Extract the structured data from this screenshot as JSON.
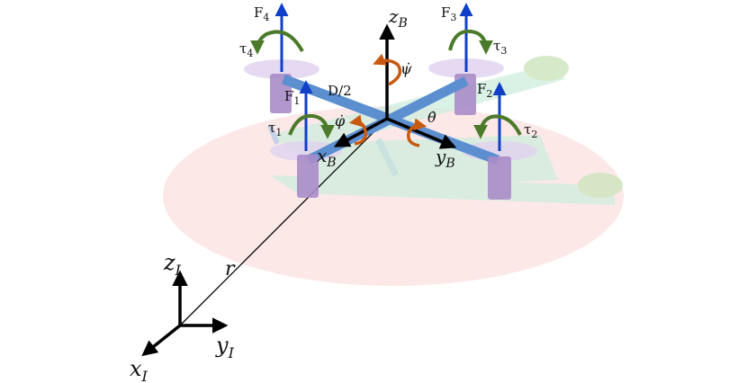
{
  "labels": {
    "F4": "F",
    "F4_sub": "4",
    "F3": "F",
    "F3_sub": "3",
    "F1": "F",
    "F1_sub": "1",
    "F2": "F",
    "F2_sub": "2",
    "tau4": "τ",
    "tau4_sub": "4",
    "tau3": "τ",
    "tau3_sub": "3",
    "tau1": "τ",
    "tau1_sub": "1",
    "tau2": "τ",
    "tau2_sub": "2",
    "zB": "z",
    "zB_sub": "B",
    "xB": "x",
    "xB_sub": "B",
    "yB": "y",
    "yB_sub": "B",
    "psi_dot": "ψ̇",
    "phi_dot": "φ̇",
    "theta_dot": "θ̇",
    "arm": "D/2",
    "r": "r",
    "zI": "z",
    "zI_sub": "I",
    "yI": "y",
    "yI_sub": "I",
    "xI": "x",
    "xI_sub": "I"
  },
  "colors": {
    "thrust_arrow": "#1040c8",
    "torque_arrow": "#4a7a2a",
    "rate_arrow": "#c85a10",
    "arm": "#5b8fd0",
    "motor": "#a88cc8",
    "rotor_disc": "#e0d4f0",
    "shadow_plane": "#fde4e4",
    "shadow_drone": "#cdeedd",
    "axis": "#000000"
  }
}
